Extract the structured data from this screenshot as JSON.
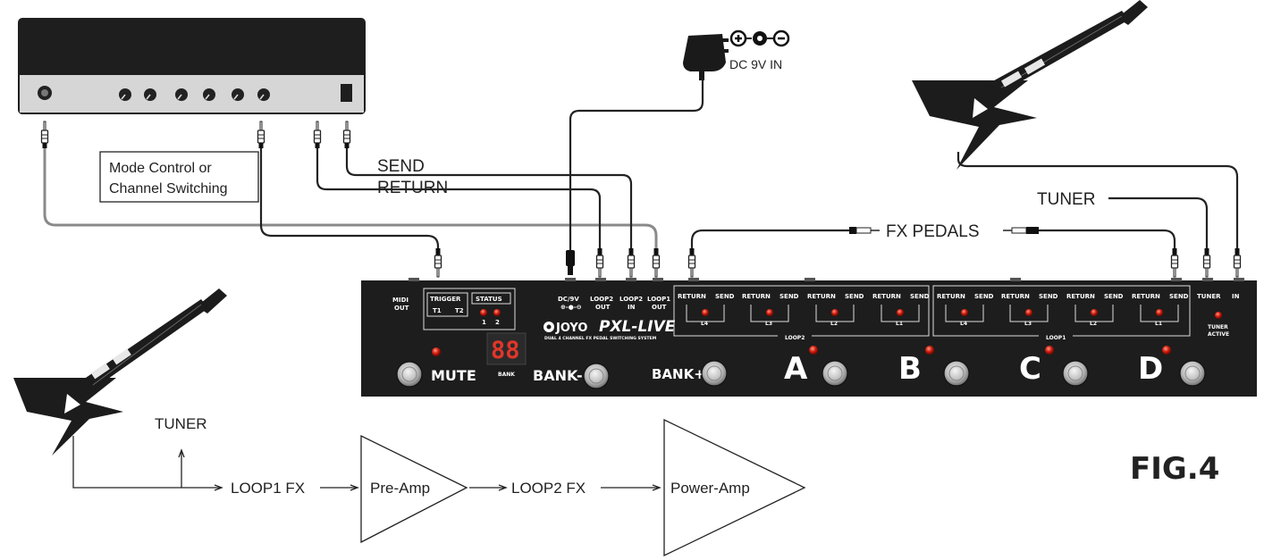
{
  "power": {
    "label": "DC 9V IN"
  },
  "amp_connections": {
    "send": "SEND",
    "return": "RETURN",
    "mode_control_line1": "Mode Control or",
    "mode_control_line2": "Channel Switching"
  },
  "fx_pedals_label": "FX PEDALS",
  "tuner_top_label": "TUNER",
  "pedal": {
    "brand": "JOYO",
    "model": "PXL-LIVE",
    "subtitle": "DUAL 4 CHANNEL FX PEDAL SWITCHING SYSTEM",
    "jacks": {
      "midi_out_1": "MIDI",
      "midi_out_2": "OUT",
      "dc9v": "DC/9V",
      "loop2_out_1": "LOOP2",
      "loop2_out_2": "OUT",
      "loop2_in_1": "LOOP2",
      "loop2_in_2": "IN",
      "loop1_out_1": "LOOP1",
      "loop1_out_2": "OUT",
      "tuner": "TUNER",
      "in": "IN"
    },
    "trigger": {
      "title": "TRIGGER",
      "t1": "T1",
      "t2": "T2"
    },
    "status": {
      "title": "STATUS",
      "s1": "1",
      "s2": "2"
    },
    "display": "88",
    "bank_small": "BANK",
    "loops": [
      {
        "ret": "RETURN",
        "snd": "SEND",
        "id": "L4"
      },
      {
        "ret": "RETURN",
        "snd": "SEND",
        "id": "L3"
      },
      {
        "ret": "RETURN",
        "snd": "SEND",
        "id": "L2"
      },
      {
        "ret": "RETURN",
        "snd": "SEND",
        "id": "L1"
      },
      {
        "ret": "RETURN",
        "snd": "SEND",
        "id": "L4"
      },
      {
        "ret": "RETURN",
        "snd": "SEND",
        "id": "L3"
      },
      {
        "ret": "RETURN",
        "snd": "SEND",
        "id": "L2"
      },
      {
        "ret": "RETURN",
        "snd": "SEND",
        "id": "L1"
      }
    ],
    "loop2_group": "LOOP2",
    "loop1_group": "LOOP1",
    "tuner_active_1": "TUNER",
    "tuner_active_2": "ACTIVE",
    "switches": {
      "mute": "MUTE",
      "bank_minus": "BANK-",
      "bank_plus": "BANK+",
      "a": "A",
      "b": "B",
      "c": "C",
      "d": "D"
    }
  },
  "signal_chain": {
    "tuner": "TUNER",
    "loop1": "LOOP1 FX",
    "preamp": "Pre-Amp",
    "loop2": "LOOP2 FX",
    "poweramp": "Power-Amp"
  },
  "figure_label": "FIG.4"
}
